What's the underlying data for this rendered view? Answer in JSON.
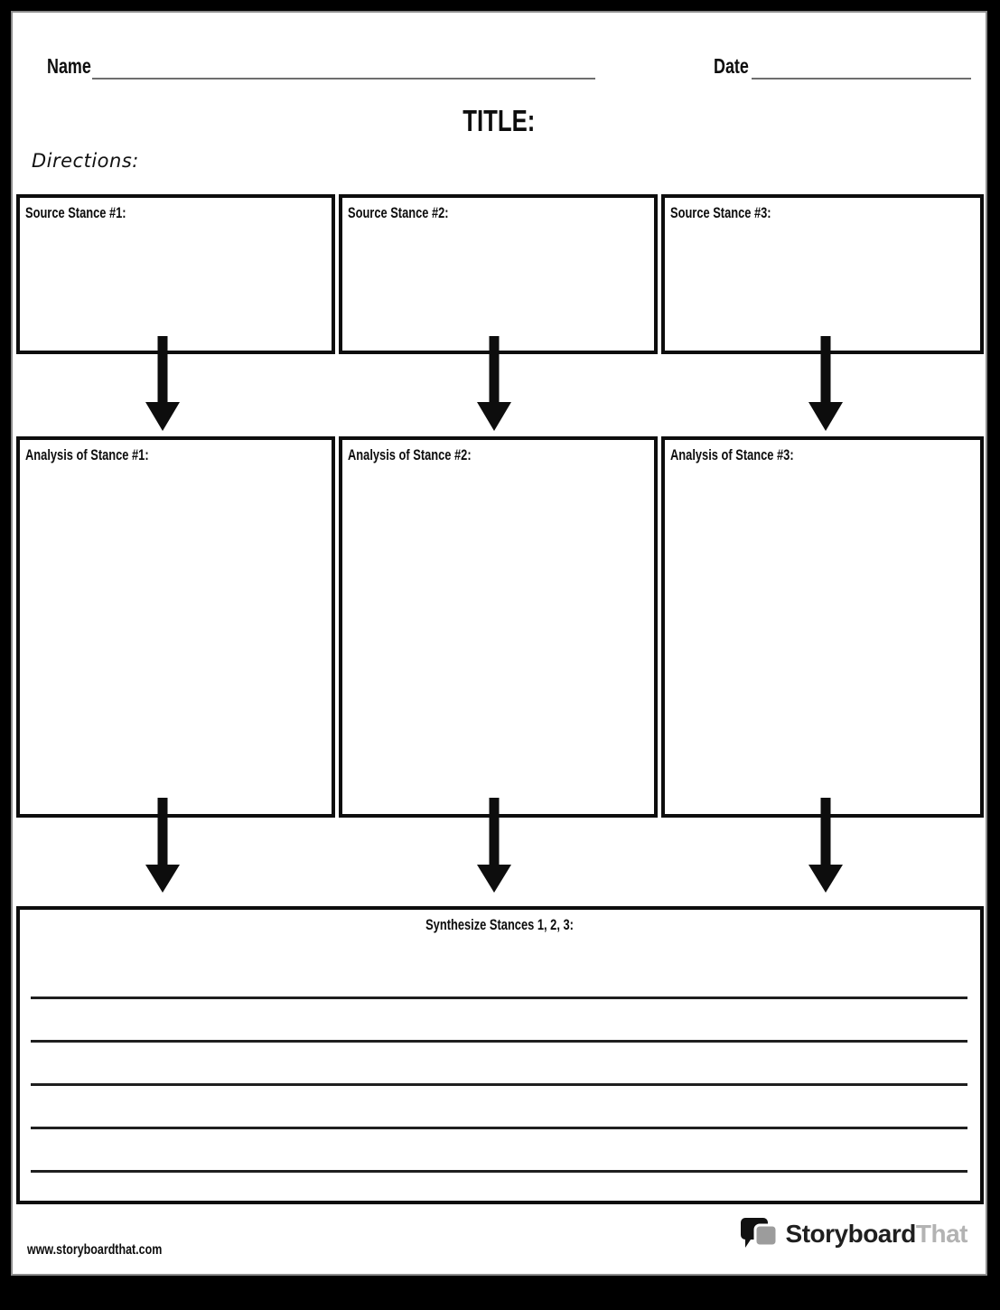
{
  "header": {
    "name_label": "Name",
    "date_label": "Date",
    "title": "TITLE:",
    "directions_label": "Directions:"
  },
  "source_boxes": [
    {
      "label": "Source Stance #1:"
    },
    {
      "label": "Source Stance #2:"
    },
    {
      "label": "Source Stance #3:"
    }
  ],
  "analysis_boxes": [
    {
      "label": "Analysis of Stance #1:"
    },
    {
      "label": "Analysis of Stance #2:"
    },
    {
      "label": "Analysis of Stance #3:"
    }
  ],
  "synthesize": {
    "label": "Synthesize Stances 1, 2, 3:",
    "line_count": 5
  },
  "footer": {
    "site_url": "www.storyboardthat.com",
    "logo_text_primary": "Storyboard",
    "logo_text_secondary": "That"
  },
  "colors": {
    "ink": "#0d0d0d",
    "header_rule_gray": "#6e6e6e",
    "writing_line": "#1f1f1f",
    "page_border_gray": "#8c8c8c",
    "logo_bubble_black": "#111111",
    "logo_bubble_gray": "#9c9c9c",
    "logo_that_gray": "#b3b3b3"
  }
}
